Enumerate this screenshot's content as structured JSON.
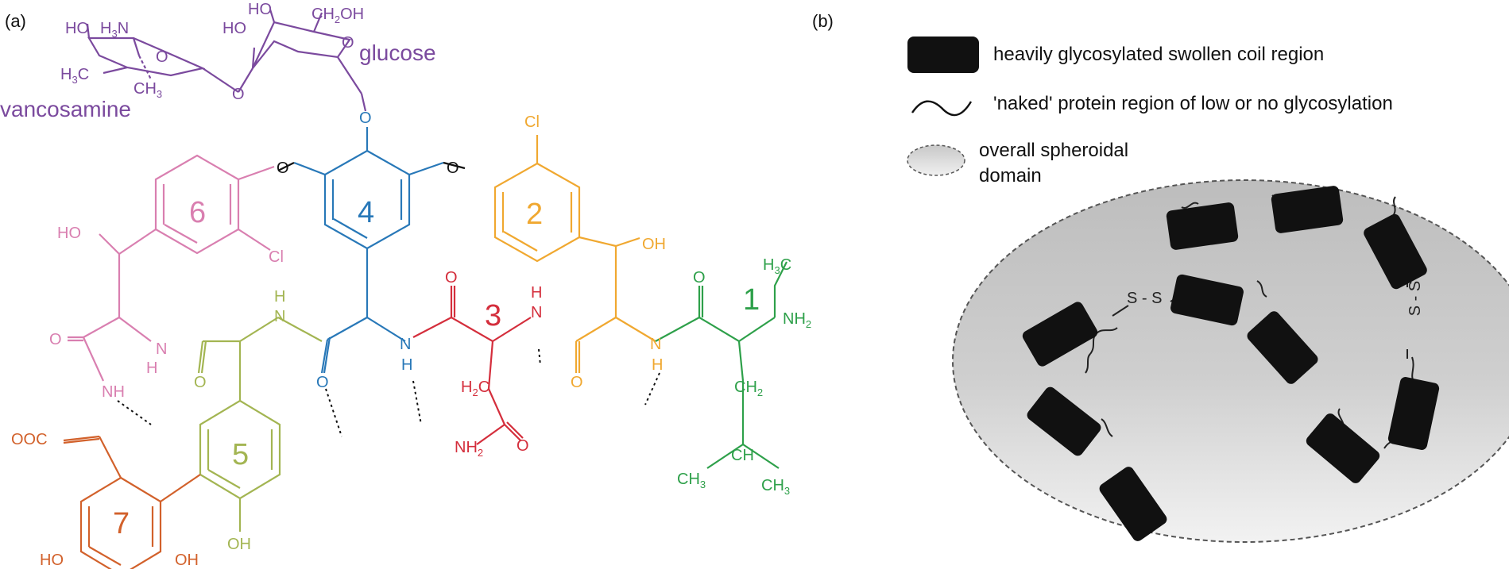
{
  "panels": {
    "a_label": "(a)",
    "b_label": "(b)"
  },
  "molecule": {
    "sugars": {
      "vancosamine": "vancosamine",
      "glucose": "glucose",
      "ho_ring_a": "HO",
      "h3n": "H",
      "h3n_sub": "3",
      "h3n_tail": "N",
      "h3c_left": "H",
      "h3c_left_sub": "3",
      "h3c_left_tail": "C",
      "ch3_mid": "CH",
      "ch3_mid_sub": "3",
      "ho_glc1": "HO",
      "ho_glc2": "HO",
      "ch2oh": "CH",
      "ch2oh_sub": "2",
      "ch2oh_tail": "OH",
      "o_glyc": "O",
      "o_ring_van": "O",
      "o_ring_glc": "O",
      "o_link": "O"
    },
    "rings": [
      "1",
      "2",
      "3",
      "4",
      "5",
      "6",
      "7"
    ],
    "atoms": {
      "o_46": "O",
      "o_42": "O",
      "cl_2": "Cl",
      "cl_6": "Cl",
      "oh_2": "OH",
      "ho_6": "HO",
      "o_6": "O",
      "nh_6": "N",
      "h_6": "H",
      "o_5a": "O",
      "h_5": "H",
      "n_5": "N",
      "o_4": "O",
      "n_4": "N",
      "h_4": "H",
      "o_3": "O",
      "h_3": "H",
      "n_3": "N",
      "o_2": "O",
      "n_2": "N",
      "h_2": "H",
      "o_1": "O",
      "h3c_1": "H",
      "h3c_1_sub": "3",
      "h3c_1_tail": "C",
      "nh2_1": "NH",
      "nh2_1_sub": "2",
      "ch2_1": "CH",
      "ch2_1_sub": "2",
      "ch_1": "CH",
      "ch3_1a": "CH",
      "ch3_1a_sub": "3",
      "ch3_1b": "CH",
      "ch3_1b_sub": "3",
      "h2c_3": "H",
      "h2c_3_sub": "2",
      "h2c_3_tail": "C",
      "nh2_3": "NH",
      "nh2_3_sub": "2",
      "o_3b": "O",
      "nh_7": "NH",
      "ooc_7": "OOC",
      "ho_7a": "HO",
      "oh_7b": "OH",
      "oh_5": "OH",
      "o_5b": "O"
    }
  },
  "legend": {
    "coil": "heavily glycosylated swollen coil region",
    "naked": "'naked' protein region of low or no glycosylation",
    "domain_line1": "overall spheroidal",
    "domain_line2": "domain"
  },
  "schematic": {
    "ss_left": "S - S",
    "ss_right": "S - S"
  },
  "colors": {
    "purple": "#7b4a9e",
    "blue": "#2878b8",
    "orange": "#f0a830",
    "red": "#d42e3c",
    "green": "#2ea04a",
    "pink": "#d97fb0",
    "olive": "#a3b552",
    "brown": "#d2612b",
    "black": "#111111"
  }
}
